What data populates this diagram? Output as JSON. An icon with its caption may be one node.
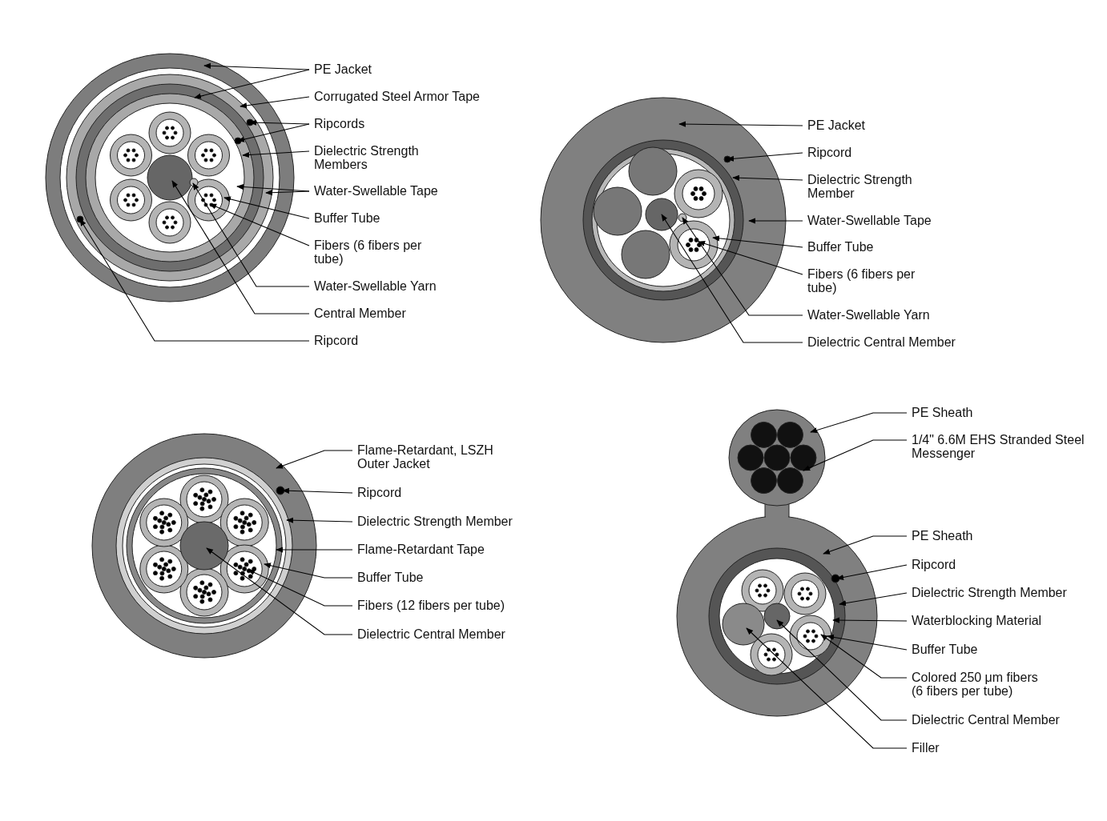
{
  "diagram": {
    "nodes": [
      {
        "text": [
          "PE Jacket"
        ]
      },
      {
        "text": [
          "Corrugated Steel Armor Tape"
        ]
      },
      {
        "text": [
          "Ripcords"
        ]
      },
      {
        "text": [
          "Dielectric Strength Members"
        ]
      },
      {
        "text": [
          "Water-Swellable Tape"
        ]
      },
      {
        "text": [
          "Buffer Tube"
        ]
      },
      {
        "text": [
          "Fibers (6 fibers per tube)"
        ]
      },
      {
        "text": [
          "Water-Swellable Yarn"
        ]
      },
      {
        "text": [
          "Central Member"
        ]
      },
      {
        "text": [
          "Ripcord"
        ]
      },
      {
        "text": [
          "PE Jacket"
        ]
      },
      {
        "text": [
          "Ripcord"
        ]
      },
      {
        "text": [
          "Dielectric Strength Member"
        ]
      },
      {
        "text": [
          "Water-Swellable Tape"
        ]
      },
      {
        "text": [
          "Buffer Tube"
        ]
      },
      {
        "text": [
          "Fibers (6 fibers per tube)"
        ]
      },
      {
        "text": [
          "Water-Swellable Yarn"
        ]
      },
      {
        "text": [
          "Dielectric Central Member"
        ]
      },
      {
        "text": [
          "Flame-Retardant, LSZH Outer Jacket"
        ]
      },
      {
        "text": [
          "Ripcord"
        ]
      },
      {
        "text": [
          "Dielectric Strength Member"
        ]
      },
      {
        "text": [
          "Flame-Retardant Tape"
        ]
      },
      {
        "text": [
          "Buffer Tube"
        ]
      },
      {
        "text": [
          "Fibers (12 fibers per tube)"
        ]
      },
      {
        "text": [
          "Dielectric Central Member"
        ]
      },
      {
        "text": [
          "PE Sheath"
        ]
      },
      {
        "text": [
          "1/4\" 6.6M EHS Stranded Steel Messenger"
        ]
      },
      {
        "text": [
          "PE Sheath"
        ]
      },
      {
        "text": [
          "Ripcord"
        ]
      },
      {
        "text": [
          "Dielectric Strength Member"
        ]
      },
      {
        "text": [
          "Waterblocking Material"
        ]
      },
      {
        "text": [
          "Buffer Tube"
        ]
      },
      {
        "text": [
          "Colored 250 μm fibers (6 fibers per tube)"
        ]
      },
      {
        "text": [
          "Dielectric Central Member"
        ]
      },
      {
        "text": [
          "Filler"
        ]
      }
    ],
    "edges": [
      {
        "from": 0,
        "to": null,
        "arrow": "to"
      },
      {
        "from": 0,
        "to": null,
        "arrow": "to"
      },
      {
        "from": 1,
        "to": null,
        "arrow": "to"
      },
      {
        "from": 2,
        "to": null,
        "arrow": "to"
      },
      {
        "from": 2,
        "to": null,
        "arrow": "to"
      },
      {
        "from": 3,
        "to": null,
        "arrow": "to"
      },
      {
        "from": 4,
        "to": null,
        "arrow": "to"
      },
      {
        "from": 4,
        "to": null,
        "arrow": "to"
      },
      {
        "from": 5,
        "to": null,
        "arrow": "to"
      },
      {
        "from": 6,
        "to": null,
        "arrow": "to"
      },
      {
        "from": 7,
        "to": null,
        "arrow": "to"
      },
      {
        "from": 8,
        "to": null,
        "arrow": "to"
      },
      {
        "from": 9,
        "to": null,
        "arrow": "to"
      },
      {
        "from": 10,
        "to": null,
        "arrow": "to"
      },
      {
        "from": 11,
        "to": null,
        "arrow": "to"
      },
      {
        "from": 12,
        "to": null,
        "arrow": "to"
      },
      {
        "from": 13,
        "to": null,
        "arrow": "to"
      },
      {
        "from": 14,
        "to": null,
        "arrow": "to"
      },
      {
        "from": 15,
        "to": null,
        "arrow": "to"
      },
      {
        "from": 16,
        "to": null,
        "arrow": "to"
      },
      {
        "from": 17,
        "to": null,
        "arrow": "to"
      },
      {
        "from": 18,
        "to": null,
        "arrow": "to"
      },
      {
        "from": 19,
        "to": null,
        "arrow": "to"
      },
      {
        "from": 20,
        "to": null,
        "arrow": "to"
      },
      {
        "from": 21,
        "to": null,
        "arrow": "to"
      },
      {
        "from": 22,
        "to": null,
        "arrow": "to"
      },
      {
        "from": 23,
        "to": null,
        "arrow": "to"
      },
      {
        "from": 24,
        "to": null,
        "arrow": "to"
      },
      {
        "from": 25,
        "to": null,
        "arrow": "to"
      },
      {
        "from": 26,
        "to": null,
        "arrow": "to"
      },
      {
        "from": 27,
        "to": null,
        "arrow": "to"
      },
      {
        "from": 28,
        "to": null,
        "arrow": "to"
      },
      {
        "from": 29,
        "to": null,
        "arrow": "to"
      },
      {
        "from": 30,
        "to": null,
        "arrow": "to"
      },
      {
        "from": 31,
        "to": null,
        "arrow": "to"
      },
      {
        "from": 32,
        "to": null,
        "arrow": "to"
      },
      {
        "from": 33,
        "to": null,
        "arrow": "to"
      },
      {
        "from": 34,
        "to": null,
        "arrow": "to"
      }
    ]
  }
}
